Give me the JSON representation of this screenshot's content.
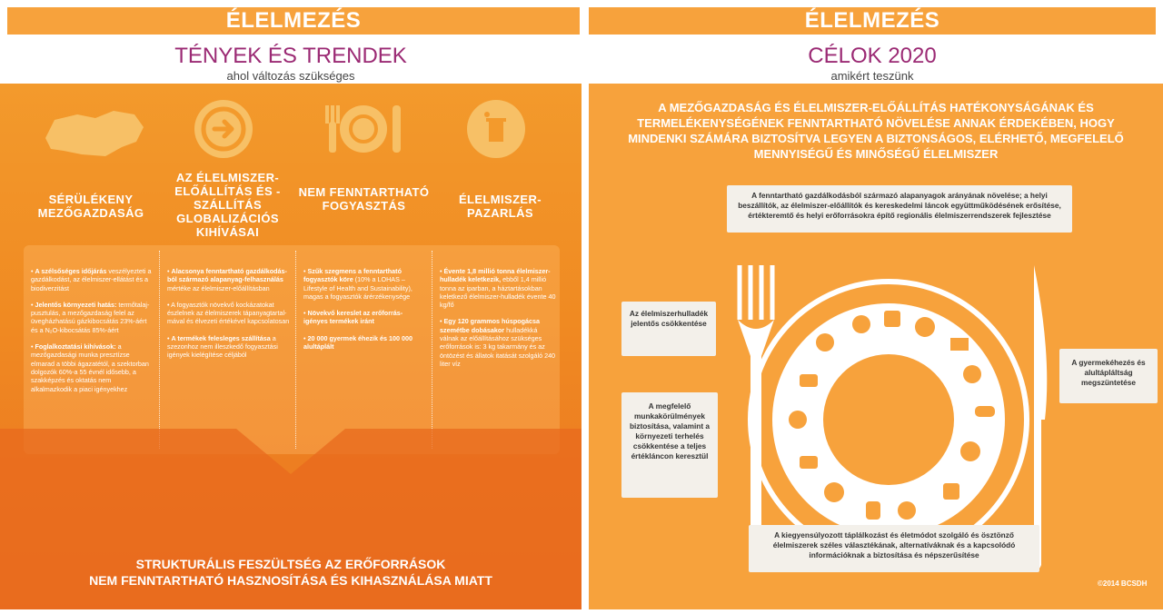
{
  "left": {
    "band": "ÉLELMEZÉS",
    "title": "TÉNYEK ÉS TRENDEK",
    "subtitle": "ahol változás szükséges",
    "columns": [
      {
        "icon": "hungary-map-icon",
        "title": "SÉRÜLÉKENY MEZŐGAZDASÁG",
        "items": [
          {
            "bold": "A szélsőséges időjárás",
            "text": " veszélyezteti a gazdálkodást, az élelmiszer-ellátást és a biodiverzitást"
          },
          {
            "bold": "Jelentős környezeti hatás:",
            "text": " termőtalaj-pusztulás, a mezőgazdaság felel az üvegházhatású gázkibocsátás 23%-áért és a N₂O-kibocsátás 85%-áért"
          },
          {
            "bold": "Foglalkoztatási kihívások:",
            "text": " a mezőgazdasági munka presztízse elmarad a többi ágazatétól, a szektorban dolgozók 60%-a 55 évnél idősebb, a szakképzés és oktatás nem alkalmazkodik a piaci igényekhez"
          }
        ]
      },
      {
        "icon": "arrow-circle-icon",
        "title": "AZ ÉLELMISZER-ELŐÁLLÍTÁS ÉS -SZÁLLÍTÁS GLOBALIZÁCIÓS KIHÍVÁSAI",
        "items": [
          {
            "bold": "Alacsonya fenntartható gazdálkodás-ból származó alapanyag-felhasználás",
            "text": " mértéke az élelmiszer-előállításban"
          },
          {
            "bold": "",
            "text": "A fogyasztók növekvő kockázatokat észlelnek az élelmiszerek tápanyagtartal-mával és élvezeti értékével kapcsolatosan"
          },
          {
            "bold": "A termékek felesleges szállítása",
            "text": " a szezonhoz nem illeszkedő fogyasztási igények kielégítése céljából"
          }
        ]
      },
      {
        "icon": "plate-cutlery-icon",
        "title": "NEM FENNTARTHATÓ FOGYASZTÁS",
        "items": [
          {
            "bold": "Szűk szegmens a fenntartható fogyasztók köre",
            "text": " (10% a LOHAS – Lifestyle of Health and Sustainability), magas a fogyasztók árérzékenysége"
          },
          {
            "bold": "Növekvő kereslet az erőforrás-igényes termékek iránt",
            "text": ""
          },
          {
            "bold": "20 000 gyermek éhezik és 100 000 alultáplált",
            "text": ""
          }
        ]
      },
      {
        "icon": "trash-bin-icon",
        "title": "ÉLELMISZER-PAZARLÁS",
        "items": [
          {
            "bold": "Évente 1,8 millió tonna élelmiszer-hulladék keletkezik,",
            "text": " ebből 1,4 millió tonna az iparban, a háztartásokban keletkező élelmiszer-hulladék évente 40 kg/fő"
          },
          {
            "bold": "Egy 120 grammos húspogácsa szemétbe dobásakor",
            "text": " hulladékká válnak az előállításához szükséges erőforrások is: 3 kg takarmány és az öntözést és állatok itatását szolgáló 240 liter víz"
          }
        ]
      }
    ],
    "bottom_line1": "STRUKTURÁLIS FESZÜLTSÉG AZ ERŐFORRÁSOK",
    "bottom_line2": "NEM FENNTARTHATÓ HASZNOSÍTÁSA ÉS KIHASZNÁLÁSA MIATT"
  },
  "right": {
    "band": "ÉLELMEZÉS",
    "title": "CÉLOK 2020",
    "subtitle": "amikért teszünk",
    "headline": "A MEZŐGAZDASÁG ÉS ÉLELMISZER-ELŐÁLLÍTÁS HATÉKONYSÁGÁNAK ÉS TERMELÉKENYSÉGÉNEK FENNTARTHATÓ NÖVELÉSE ANNAK ÉRDEKÉBEN, HOGY MINDENKI SZÁMÁRA BIZTOSÍTVA LEGYEN A BIZTONSÁGOS, ELÉRHETŐ, MEGFELELŐ MENNYISÉGŰ ÉS MINŐSÉGŰ ÉLELMISZER",
    "bubble_top": "A fenntartható gazdálkodásból származó alapanyagok arányának növelése; a helyi beszállítók, az élelmiszer-előállítók és kereskedelmi láncok együttműködésének erősítése, értékteremtő és helyi erőforrásokra építő regionális élelmiszerrendszerek fejlesztése",
    "bubble_left1": "Az élelmiszerhulladék jelentős csökkentése",
    "bubble_left2": "A megfelelő munkakörülmények biztosítása, valamint a környezeti terhelés csökkentése a teljes értékláncon keresztül",
    "bubble_right": "A gyermekéhezés és alultápláltság megszüntetése",
    "bubble_bottom": "A kiegyensúlyozott táplálkozást és életmódot szolgáló és ösztönző élelmiszerek széles választékának, alternatíváknak és a kapcsolódó információknak a biztosítása és népszerűsítése",
    "copyright": "©2014 BCSDH"
  }
}
